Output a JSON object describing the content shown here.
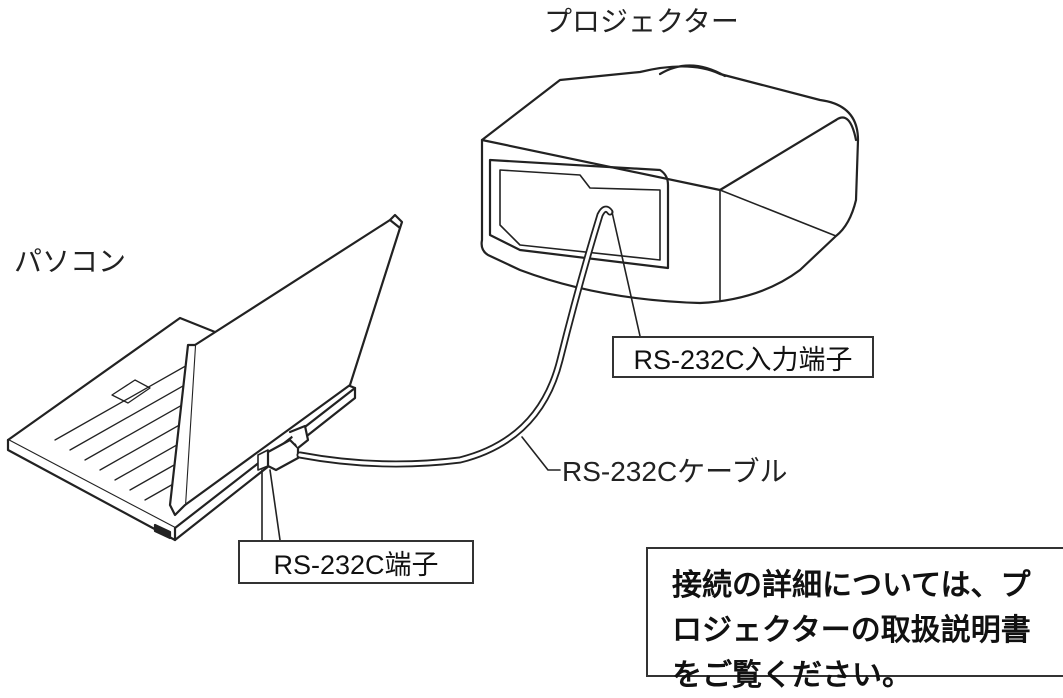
{
  "labels": {
    "projector": "プロジェクター",
    "pc": "パソコン",
    "projector_port": "RS-232C入力端子",
    "cable": "RS-232Cケーブル",
    "pc_port": "RS-232C端子"
  },
  "note": {
    "line1": "接続の詳細については、プ",
    "line2": "ロジェクターの取扱説明書",
    "line3": "をご覧ください。"
  },
  "icons": [
    "projector-icon",
    "laptop-icon",
    "cable-icon"
  ]
}
